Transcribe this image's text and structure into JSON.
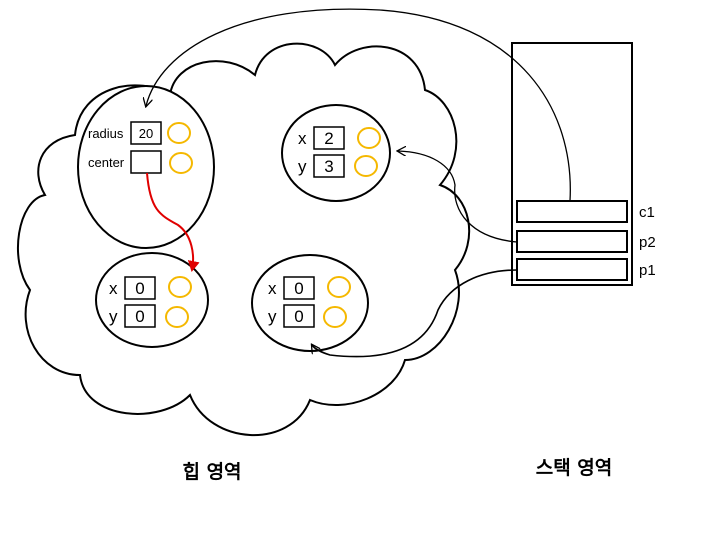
{
  "heap": {
    "label": "힙 영역",
    "circle_object": {
      "radius_label": "radius",
      "radius_value": "20",
      "center_label": "center",
      "center_value": ""
    },
    "point_top_right": {
      "x_label": "x",
      "x_value": "2",
      "y_label": "y",
      "y_value": "3"
    },
    "point_bottom_left": {
      "x_label": "x",
      "x_value": "0",
      "y_label": "y",
      "y_value": "0"
    },
    "point_bottom_right": {
      "x_label": "x",
      "x_value": "0",
      "y_label": "y",
      "y_value": "0"
    }
  },
  "stack": {
    "label": "스택 영역",
    "slots": [
      {
        "name": "c1"
      },
      {
        "name": "p2"
      },
      {
        "name": "p1"
      }
    ]
  },
  "colors": {
    "outline": "#000000",
    "method_circle_stroke": "#F5B800",
    "reference_arrow_red": "#E00000"
  }
}
